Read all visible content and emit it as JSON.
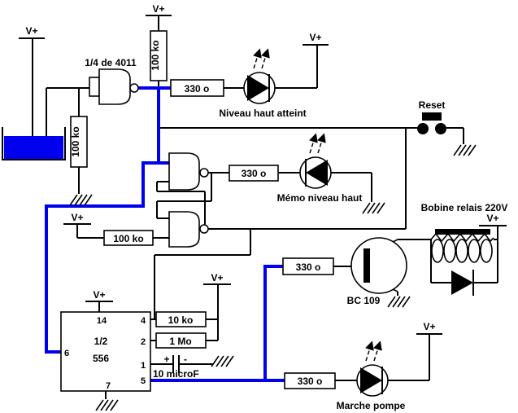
{
  "power": {
    "label": "V+"
  },
  "gate_ic_label": "1/4 de 4011",
  "resistors": {
    "pullup_top": "100 ko",
    "sense": "100 ko",
    "latch_pullup": "100 ko",
    "green_series": "330 o",
    "yellow_series": "330 o",
    "base_series": "330 o",
    "red_series": "330 o",
    "timer_r1": "10 ko",
    "timer_r2": "1 Mo"
  },
  "capacitor": {
    "plus": "+",
    "minus": "-",
    "value": "10 microF"
  },
  "timer": {
    "half": "1/2",
    "name": "556",
    "pins": {
      "p14": "14",
      "p4": "4",
      "p2": "2",
      "p6": "6",
      "p1": "1",
      "p5": "5",
      "p7": "7"
    }
  },
  "leds": {
    "green": {
      "label": "Niveau haut atteint",
      "color": "#00e673"
    },
    "yellow": {
      "label": "Mémo niveau haut",
      "color": "#ffee00"
    },
    "red": {
      "label": "Marche pompe",
      "color": "#dd0000"
    }
  },
  "transistor": {
    "label": "BC 109"
  },
  "relay": {
    "label": "Bobine relais 220V"
  },
  "reset": {
    "label": "Reset"
  },
  "colors": {
    "signal_wire": "#0000ee",
    "water": "#0000ee"
  }
}
